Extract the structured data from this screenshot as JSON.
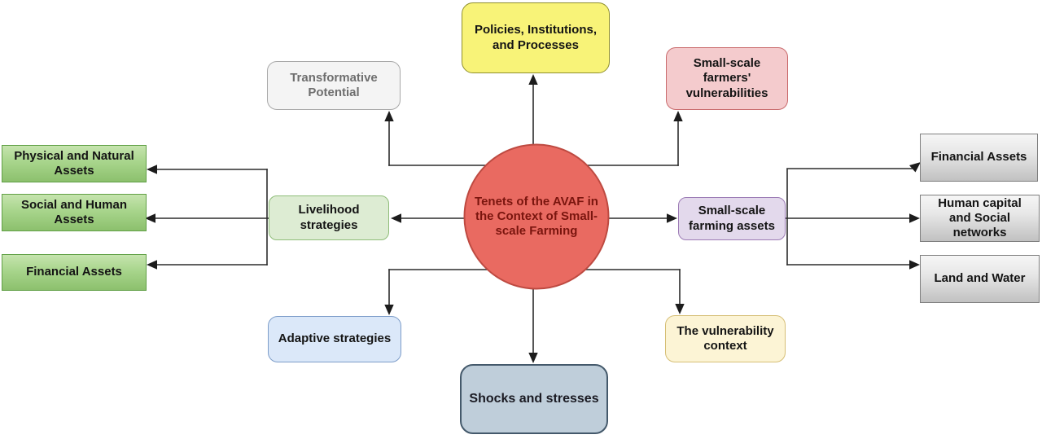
{
  "canvas": {
    "background": "#FFFFFF",
    "connector_color": "#2B2B2B",
    "arrowhead_color": "#1C1C1C"
  },
  "nodes": {
    "center": {
      "label": "Tenets of the AVAF in\nthe Context of Small-\nscale Farming",
      "fill": "#E96A61",
      "border": "#BE4A41",
      "text_color": "#7A150E"
    },
    "policies": {
      "label": "Policies, Institutions,\nand Processes",
      "fill": "#F8F378",
      "border": "#8F8F2E",
      "text_color": "#141414"
    },
    "transformative": {
      "label": "Transformative\nPotential",
      "fill": "#F4F4F4",
      "border": "#A8A8A8",
      "text_color": "#6E6E6E"
    },
    "farmers_vulnerabilities": {
      "label": "Small-scale\nfarmers'\nvulnerabilities",
      "fill": "#F4CBCD",
      "border": "#C96B6D",
      "text_color": "#141414"
    },
    "physical_natural_assets": {
      "label": "Physical and Natural\nAssets",
      "fill_top": "#C6E4AE",
      "fill_bottom": "#8CC06D",
      "border": "#61A046",
      "text_color": "#141414"
    },
    "social_human_assets": {
      "label": "Social and Human\nAssets",
      "fill_top": "#C6E4AE",
      "fill_bottom": "#8CC06D",
      "border": "#61A046",
      "text_color": "#141414"
    },
    "financial_assets_left": {
      "label": "Financial Assets",
      "fill_top": "#C6E4AE",
      "fill_bottom": "#8CC06D",
      "border": "#61A046",
      "text_color": "#141414"
    },
    "livelihood": {
      "label": "Livelihood\nstrategies",
      "fill": "#DDECD3",
      "border": "#8FBD79",
      "text_color": "#141414"
    },
    "farming_assets": {
      "label": "Small-scale\nfarming assets",
      "fill": "#E3D9EC",
      "border": "#9C7BB5",
      "text_color": "#141414"
    },
    "financial_assets_right": {
      "label": "Financial Assets",
      "fill_top": "#F6F6F6",
      "fill_bottom": "#C1C1C1",
      "border": "#7F7F7F",
      "text_color": "#141414"
    },
    "human_capital": {
      "label": "Human capital\nand Social\nnetworks",
      "fill_top": "#F6F6F6",
      "fill_bottom": "#C1C1C1",
      "border": "#7F7F7F",
      "text_color": "#141414"
    },
    "land_water": {
      "label": "Land and Water",
      "fill_top": "#F6F6F6",
      "fill_bottom": "#C1C1C1",
      "border": "#7F7F7F",
      "text_color": "#141414"
    },
    "adaptive": {
      "label": "Adaptive strategies",
      "fill": "#DBE8F9",
      "border": "#7D9DC9",
      "text_color": "#141414"
    },
    "vulnerability_context": {
      "label": "The vulnerability\ncontext",
      "fill": "#FCF4D5",
      "border": "#D6BF76",
      "text_color": "#141414"
    },
    "shocks": {
      "label": "Shocks and stresses",
      "fill": "#BFCEDA",
      "border": "#44596B",
      "text_color": "#1A1A22"
    }
  },
  "edges": [
    {
      "from": "center",
      "to": "policies",
      "direction": "up"
    },
    {
      "from": "center",
      "to": "transformative",
      "direction": "up-left"
    },
    {
      "from": "center",
      "to": "farmers_vulnerabilities",
      "direction": "up-right"
    },
    {
      "from": "center",
      "to": "livelihood",
      "direction": "left"
    },
    {
      "from": "livelihood",
      "to": "physical_natural_assets",
      "direction": "left"
    },
    {
      "from": "livelihood",
      "to": "social_human_assets",
      "direction": "left"
    },
    {
      "from": "livelihood",
      "to": "financial_assets_left",
      "direction": "left"
    },
    {
      "from": "center",
      "to": "farming_assets",
      "direction": "right"
    },
    {
      "from": "farming_assets",
      "to": "financial_assets_right",
      "direction": "right"
    },
    {
      "from": "farming_assets",
      "to": "human_capital",
      "direction": "right"
    },
    {
      "from": "farming_assets",
      "to": "land_water",
      "direction": "right"
    },
    {
      "from": "center",
      "to": "adaptive",
      "direction": "down-left"
    },
    {
      "from": "center",
      "to": "vulnerability_context",
      "direction": "down-right"
    },
    {
      "from": "center",
      "to": "shocks",
      "direction": "down"
    }
  ]
}
